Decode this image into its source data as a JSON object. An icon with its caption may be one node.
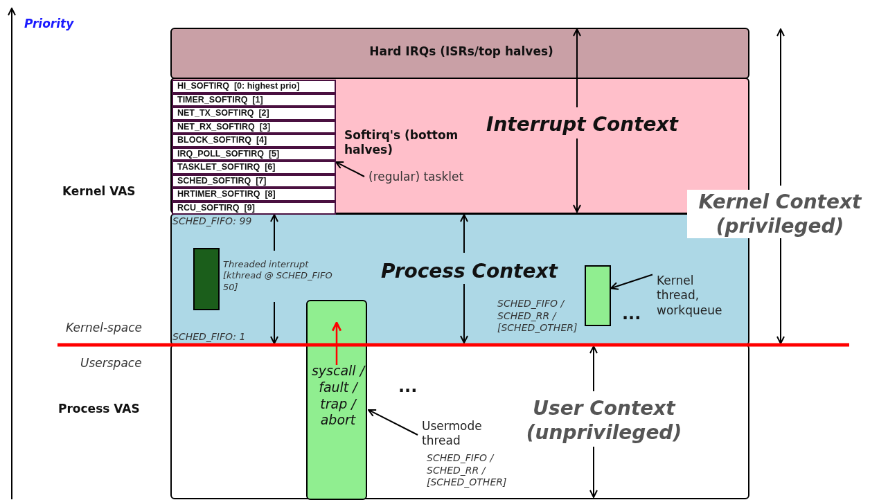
{
  "diagram": {
    "nodes": [
      {
        "text": [
          "Hard IRQs (ISRs/top halves)"
        ]
      },
      {
        "text": [
          "Softirq's (bottom halves)",
          "Interrupt Context"
        ]
      },
      {
        "text": [
          "HI_SOFTIRQ  [0: highest prio]"
        ],
        "in": 1
      },
      {
        "text": [
          "TIMER_SOFTIRQ  [1]"
        ],
        "in": 1
      },
      {
        "text": [
          "NET_TX_SOFTIRQ  [2]"
        ],
        "in": 1
      },
      {
        "text": [
          "NET_RX_SOFTIRQ  [3]"
        ],
        "in": 1
      },
      {
        "text": [
          "BLOCK_SOFTIRQ  [4]"
        ],
        "in": 1
      },
      {
        "text": [
          "IRQ_POLL_SOFTIRQ  [5]"
        ],
        "in": 1
      },
      {
        "text": [
          "TASKLET_SOFTIRQ  [6]"
        ],
        "in": 1
      },
      {
        "text": [
          "SCHED_SOFTIRQ  [7]"
        ],
        "in": 1
      },
      {
        "text": [
          "HRTIMER_SOFTIRQ  [8]"
        ],
        "in": 1
      },
      {
        "text": [
          "RCU_SOFTIRQ  [9]"
        ],
        "in": 1
      },
      {
        "text": [
          "(regular) tasklet"
        ],
        "in": 1
      },
      {
        "text": [
          "Process Context"
        ]
      },
      {
        "text": [],
        "shape": "bar",
        "in": 13,
        "beside": [
          "Threaded interrupt [kthread @ SCHED_FIFO 50]"
        ]
      },
      {
        "text": [],
        "shape": "bar",
        "in": 13,
        "beside": [
          "SCHED_FIFO / SCHED_RR / [SCHED_OTHER]"
        ]
      },
      {
        "text": [
          "Kernel thread, workqueue"
        ],
        "in": 13
      },
      {
        "text": [
          "User Context (unprivileged)"
        ]
      },
      {
        "text": [
          "syscall / fault / trap / abort"
        ]
      },
      {
        "text": [
          "Usermode thread"
        ],
        "in": 17,
        "beside": [
          "SCHED_FIFO / SCHED_RR / [SCHED_OTHER]"
        ]
      }
    ],
    "edges": [
      {
        "from": 12,
        "to": 8,
        "arrow": "to"
      },
      {
        "from": 16,
        "to": 15,
        "arrow": "to"
      },
      {
        "from": 19,
        "to": 18,
        "arrow": "to"
      }
    ],
    "labels": [
      "Priority",
      "Kernel VAS",
      "Kernel Context (privileged)",
      "SCHED_FIFO: 99",
      "Kernel-space",
      "SCHED_FIFO: 1",
      "...",
      "Userspace",
      "...",
      "Process VAS"
    ]
  }
}
